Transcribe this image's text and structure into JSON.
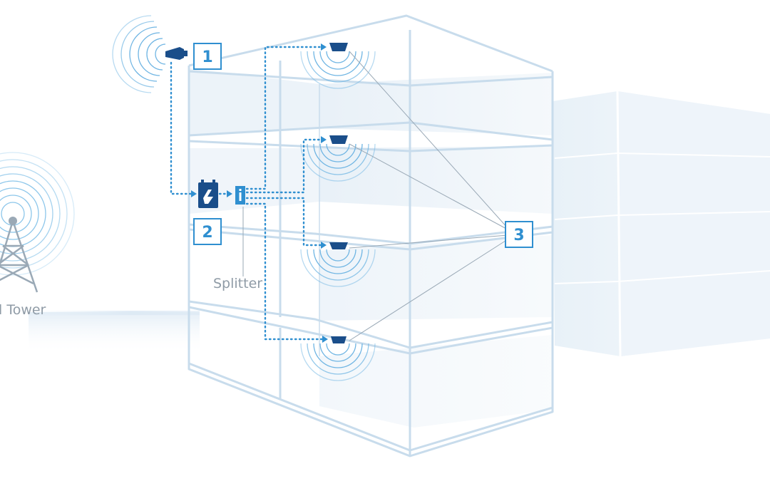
{
  "labels": {
    "tower": "l Tower",
    "splitter": "Splitter"
  },
  "badges": {
    "outside_antenna": "1",
    "booster": "2",
    "inside_antennas": "3"
  },
  "icons": {
    "outside_antenna": "outside-antenna-icon",
    "booster": "booster-icon",
    "splitter": "splitter-icon",
    "inside_antenna": "ceiling-antenna-icon",
    "tower": "cell-tower-icon"
  },
  "colors": {
    "accent": "#2f8fd0",
    "device": "#1a4e8a",
    "outline": "#c8dcec",
    "label": "#8f9ba6"
  }
}
